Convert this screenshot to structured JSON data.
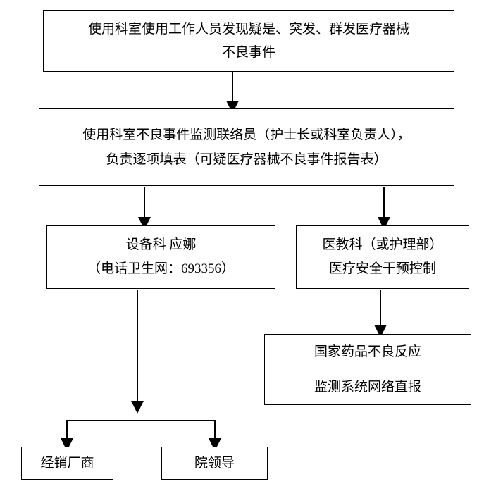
{
  "flowchart": {
    "discovery": {
      "line1": "使用科室使用工作人员发现疑是、突发、群发医疗器械",
      "line2": "不良事件"
    },
    "liaison": {
      "line1": "使用科室不良事件监测联络员（护士长或科室负责人），",
      "line2": "负责逐项填表（可疑医疗器械不良事件报告表）"
    },
    "equipment_dept": {
      "line1": "设备科 应娜",
      "line2": "（电话卫生网：693356）"
    },
    "medical_dept": {
      "line1": "医教科（或护理部）",
      "line2": "医疗安全干预控制"
    },
    "national_reporting": {
      "line1": "国家药品不良反应",
      "line2": "监测系统网络直报"
    },
    "dealer": {
      "label": "经销厂商"
    },
    "hospital_leader": {
      "label": "院领导"
    },
    "line_color": "#000000"
  }
}
